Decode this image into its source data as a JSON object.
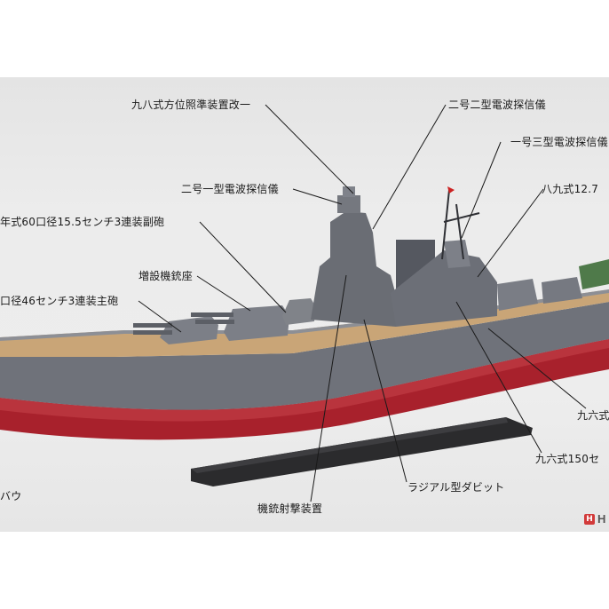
{
  "callouts": {
    "c1": "九八式方位照準装置改一",
    "c2": "二号二型電波探信儀",
    "c3": "一号三型電波探信儀",
    "c4": "二号一型電波探信儀",
    "c5": "八九式12.7",
    "c6": "年式60口径15.5センチ3連装副砲",
    "c7": "増設機銃座",
    "c8": "口径46センチ3連装主砲",
    "c9": "九六式",
    "c10": "九六式150セ",
    "c11": "ラジアル型ダビット",
    "c12": "バウ",
    "c13": "機銃射撃装置"
  },
  "brand": {
    "badge": "H",
    "text": "H"
  },
  "colors": {
    "hull_gray": "#6f727a",
    "hull_red": "#a8212c",
    "deck_wood": "#c9a577",
    "stand": "#2b2b2d",
    "leader_line": "#1a1a1a",
    "flag_red": "#cc2222"
  }
}
